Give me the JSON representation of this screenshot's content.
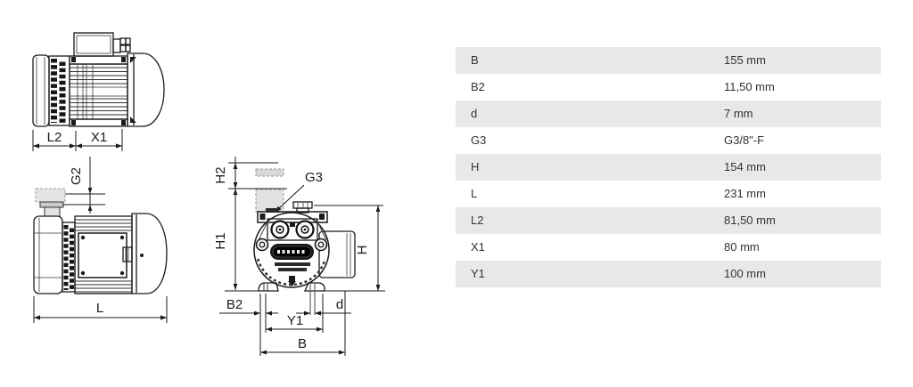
{
  "drawing": {
    "dims": {
      "l2": "L2",
      "x1": "X1",
      "g2": "G2",
      "l": "L",
      "h2": "H2",
      "h1": "H1",
      "g3": "G3",
      "h": "H",
      "b2": "B2",
      "y1": "Y1",
      "b": "B",
      "d": "d"
    }
  },
  "table": {
    "rows": [
      {
        "label": "B",
        "value": "155 mm"
      },
      {
        "label": "B2",
        "value": "11,50 mm"
      },
      {
        "label": "d",
        "value": "7 mm"
      },
      {
        "label": "G3",
        "value": "G3/8\"-F"
      },
      {
        "label": "H",
        "value": "154 mm"
      },
      {
        "label": "L",
        "value": "231 mm"
      },
      {
        "label": "L2",
        "value": "81,50 mm"
      },
      {
        "label": "X1",
        "value": "80 mm"
      },
      {
        "label": "Y1",
        "value": "100 mm"
      }
    ]
  },
  "colors": {
    "row_alt": "#e8e8e8",
    "row_plain": "#ffffff",
    "line": "#1a1a1a",
    "phantom": "#9a9a9a"
  }
}
